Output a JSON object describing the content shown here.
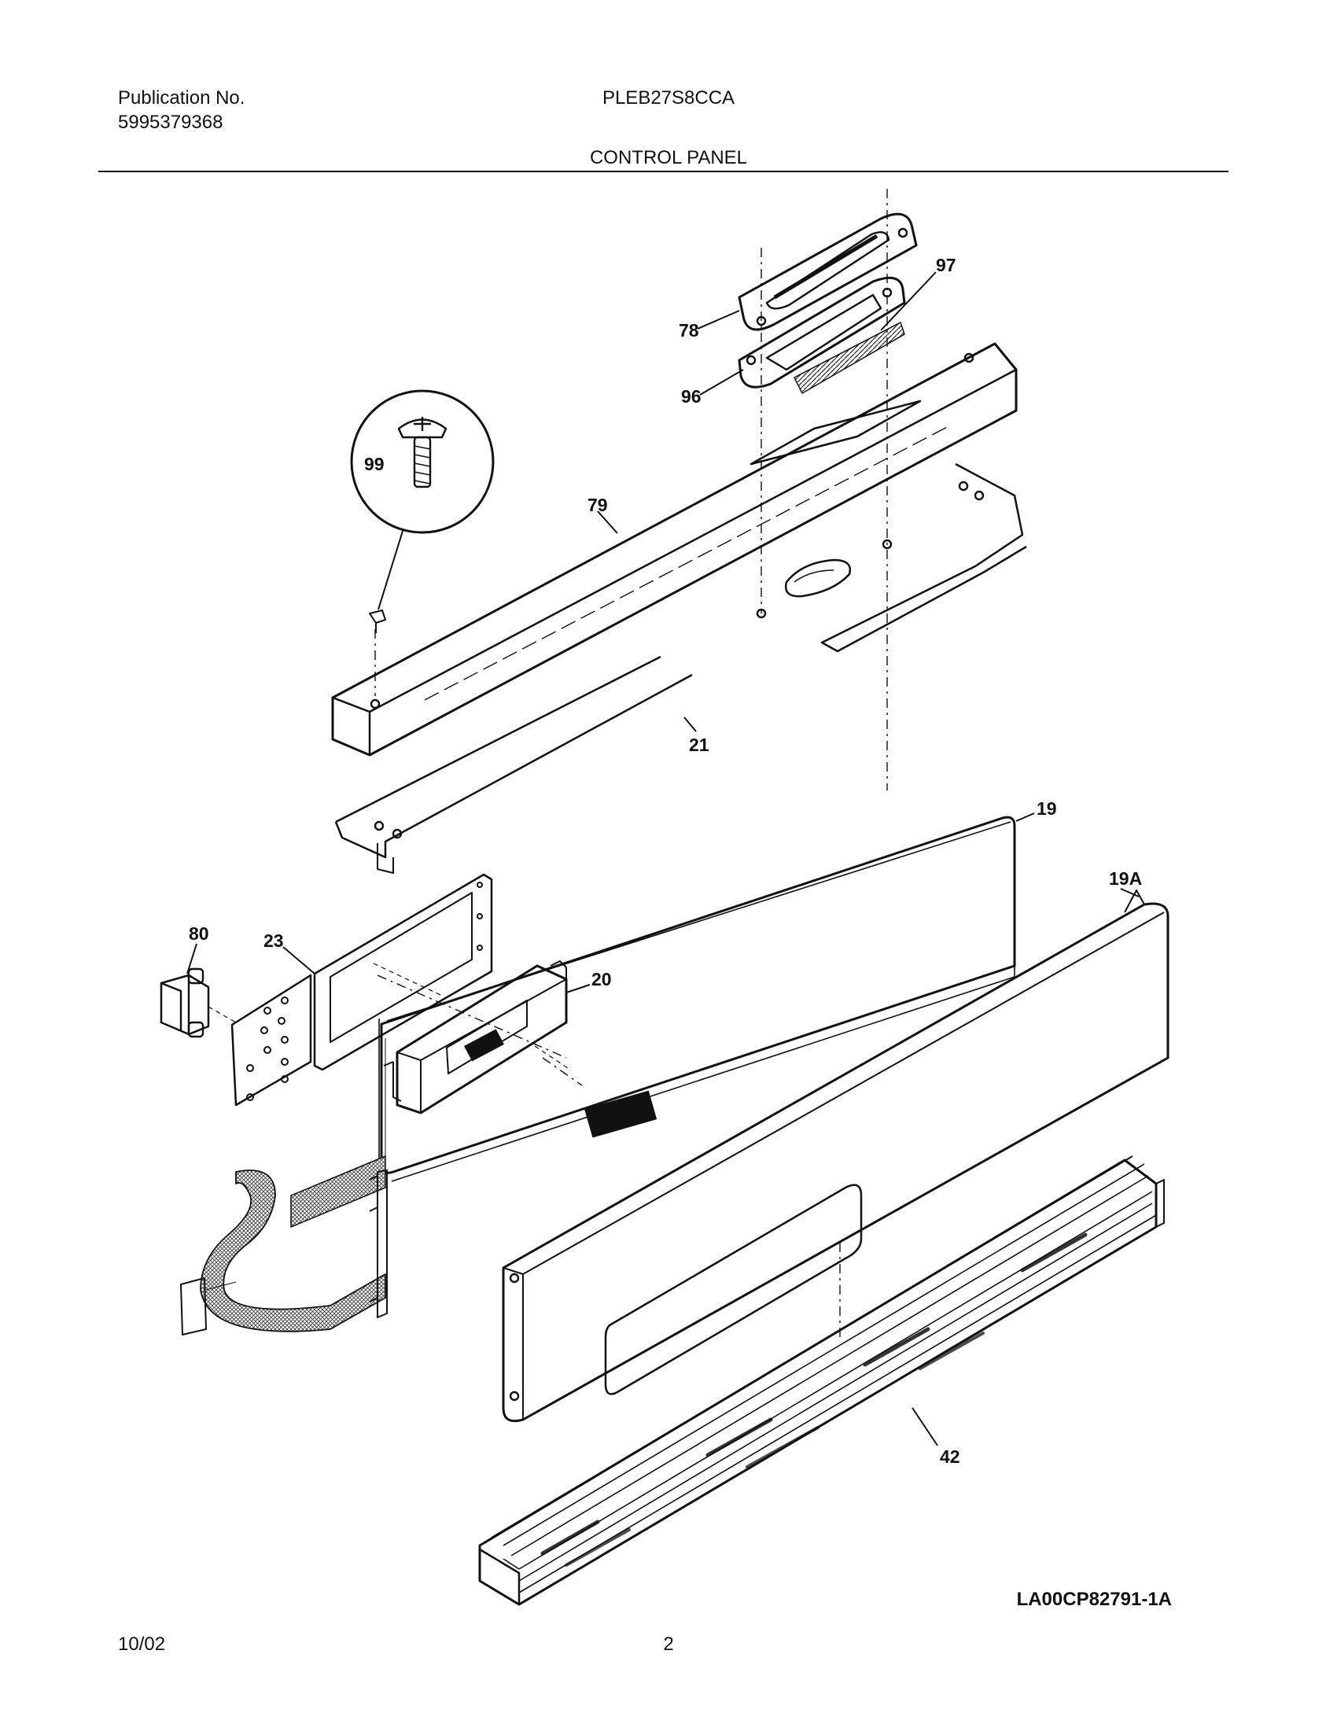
{
  "header": {
    "publication_label": "Publication No.",
    "publication_number": "5995379368",
    "model": "PLEB27S8CCA",
    "section_title": "CONTROL PANEL"
  },
  "callouts": {
    "c99": "99",
    "c78": "78",
    "c97": "97",
    "c96": "96",
    "c79": "79",
    "c21": "21",
    "c19": "19",
    "c19a": "19A",
    "c80": "80",
    "c23": "23",
    "c20": "20",
    "c42": "42"
  },
  "drawing_id": "LA00CP82791-1A",
  "footer": {
    "date": "10/02",
    "page": "2"
  }
}
